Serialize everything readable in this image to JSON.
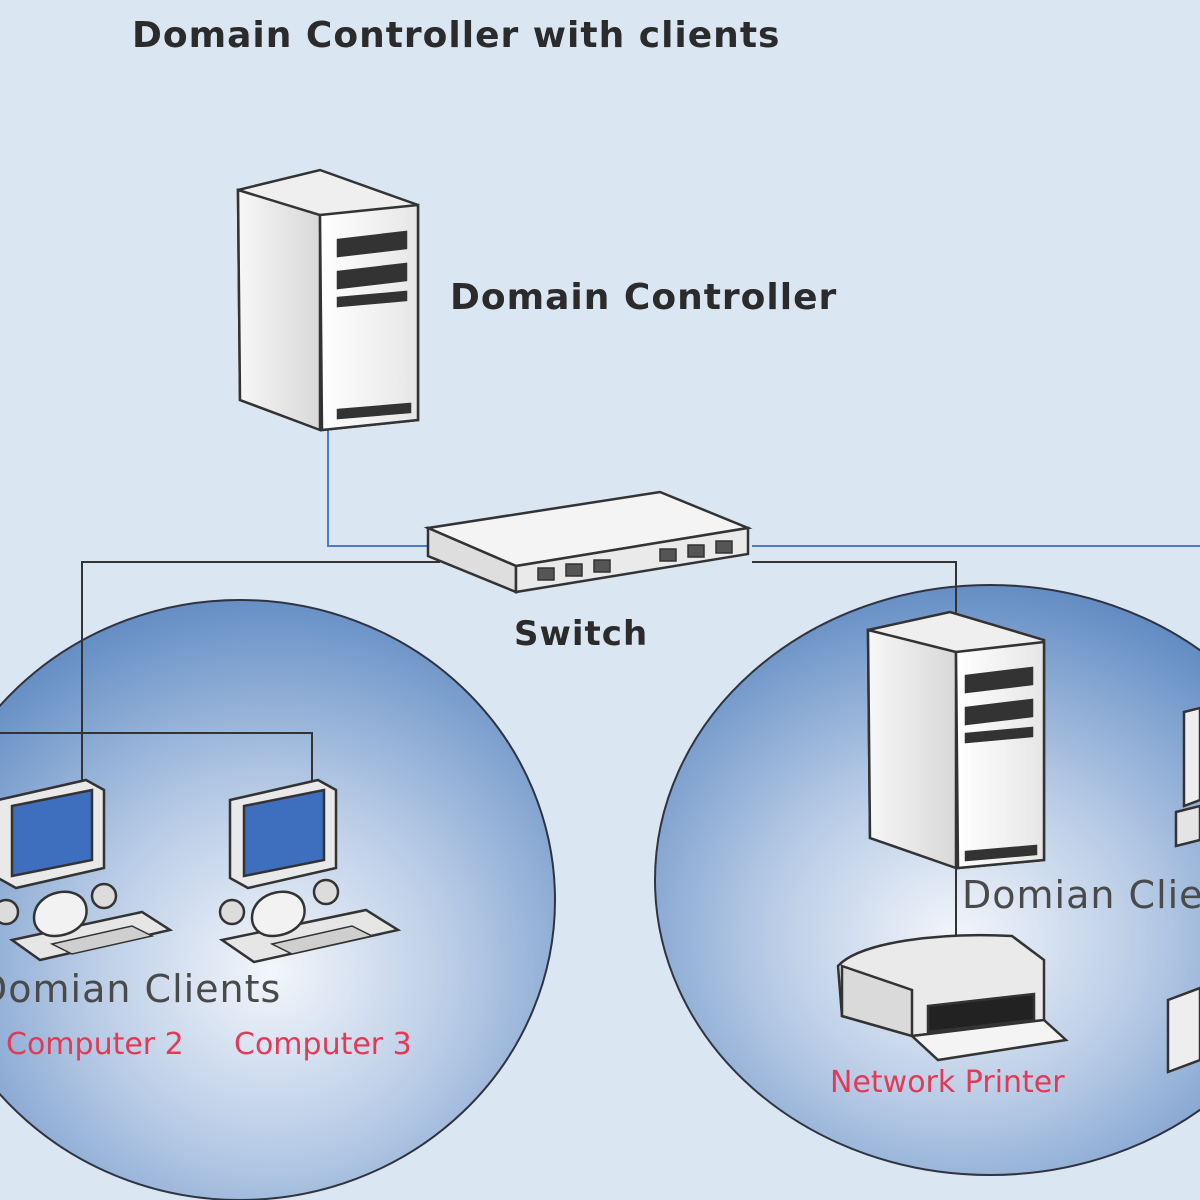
{
  "title": "Domain Controller with clients",
  "nodes": {
    "domain_controller": "Domain Controller",
    "switch": "Switch"
  },
  "groups": {
    "left": "Domian Clients",
    "right": "Domian Clie"
  },
  "devices": {
    "computer_2": "Computer 2",
    "computer_3": "Computer 3",
    "network_printer": "Network Printer"
  },
  "colors": {
    "background": "#dbe6f3",
    "cluster_fill": "#6f97c8",
    "uplink_line": "#4a7bd0",
    "cable_line": "#333333",
    "device_label": "#e23a55",
    "monitor_screen": "#3e6fbf"
  },
  "icons": [
    "server-tower-icon",
    "network-switch-icon",
    "desktop-computer-icon",
    "printer-icon"
  ]
}
